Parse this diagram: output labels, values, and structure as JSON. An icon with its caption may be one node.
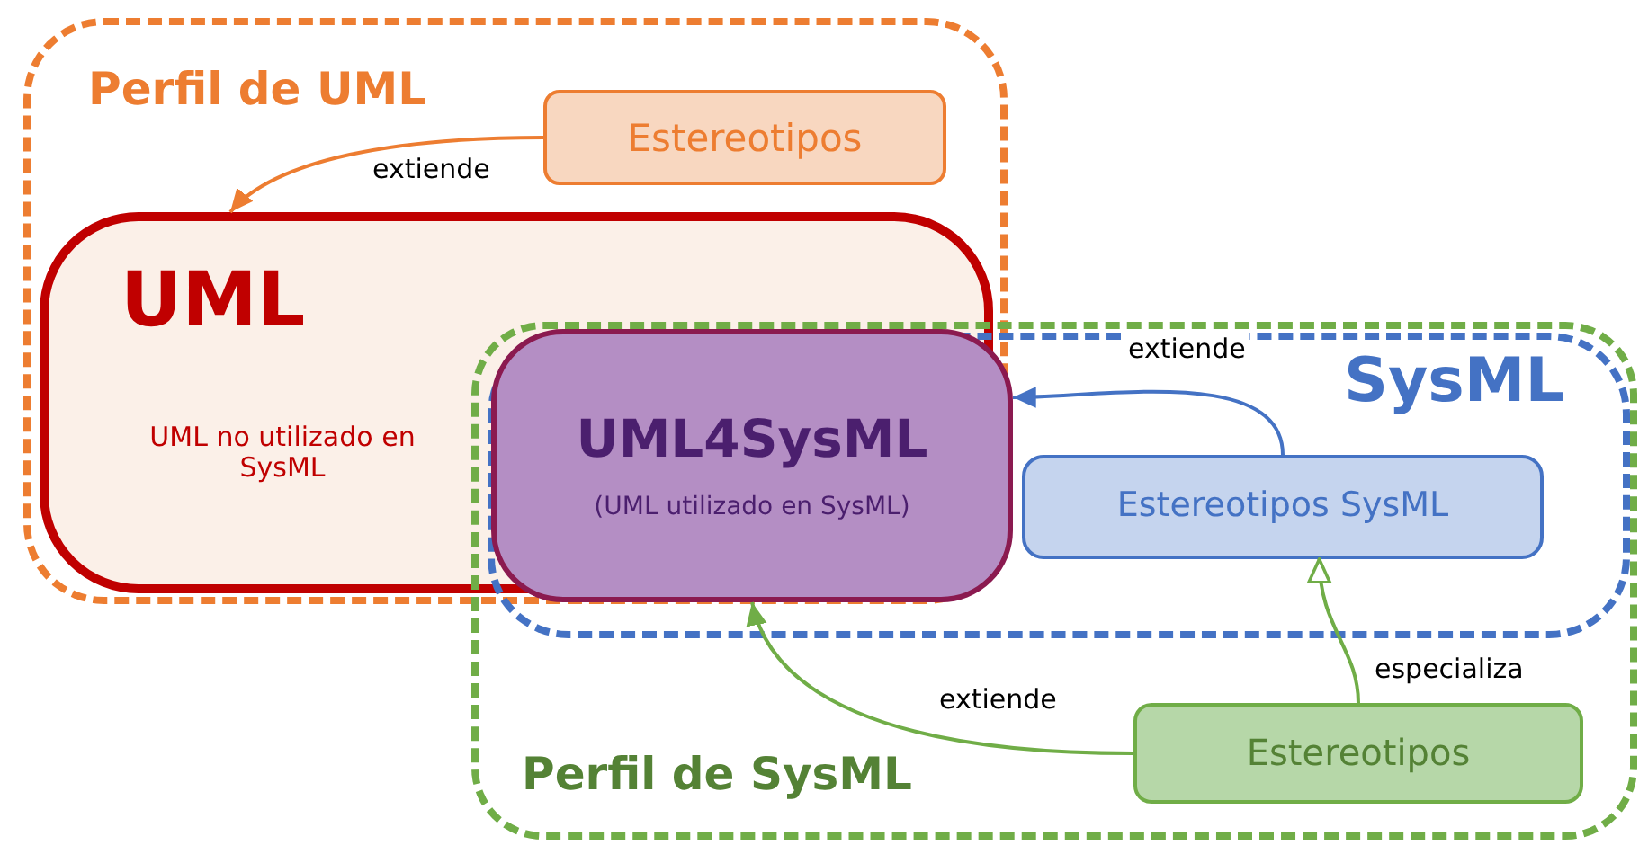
{
  "diagram": {
    "nodes": [
      {
        "text": [
          "Perfil de UML"
        ]
      },
      {
        "text": [
          "Estereotipos"
        ],
        "in": 0
      },
      {
        "text": [
          "UML",
          "UML no utilizado en SysML"
        ],
        "in": 0
      },
      {
        "text": [
          "UML4SysML",
          "(UML utilizado en SysML)"
        ]
      },
      {
        "text": [
          "Perfil de SysML"
        ]
      },
      {
        "text": [
          "SysML"
        ],
        "in": 4
      },
      {
        "text": [
          "Estereotipos SysML"
        ],
        "in": 5
      },
      {
        "text": [
          "Estereotipos"
        ],
        "in": 4
      }
    ],
    "edges": [
      {
        "from": 1,
        "to": 2,
        "arrow": "to",
        "label": "extiende",
        "color": "#ed7d31"
      },
      {
        "from": 6,
        "to": 3,
        "arrow": "to",
        "label": "extiende",
        "color": "#4472c4"
      },
      {
        "from": 7,
        "to": 3,
        "arrow": "to",
        "label": "extiende",
        "color": "#70ad47"
      },
      {
        "from": 7,
        "to": 6,
        "arrow": "to",
        "label": "especializa",
        "color": "#70ad47"
      }
    ]
  }
}
